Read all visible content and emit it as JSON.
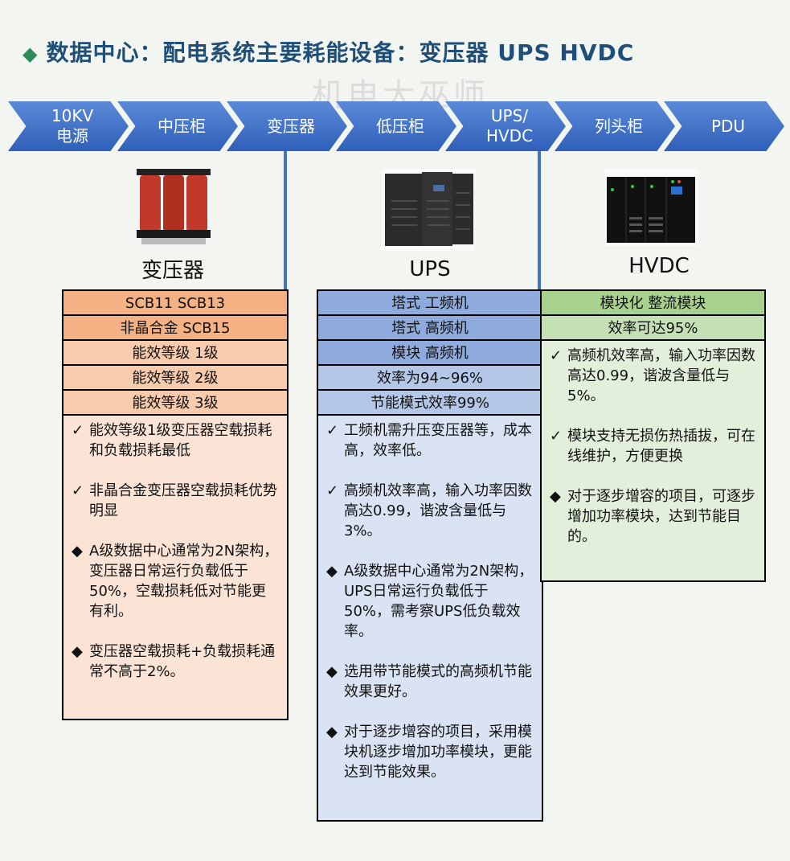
{
  "title": {
    "bullet": "◆",
    "text": "数据中心：配电系统主要耗能设备：变压器  UPS  HVDC"
  },
  "watermark": "机电大巫师",
  "flow": {
    "steps": [
      "10KV\n电源",
      "中压柜",
      "变压器",
      "低压柜",
      "UPS/\nHVDC",
      "列头柜",
      "PDU"
    ]
  },
  "devices": {
    "transformer": {
      "label": "变压器",
      "icon": "transformer-image"
    },
    "ups": {
      "label": "UPS",
      "icon": "ups-cabinet-image"
    },
    "hvdc": {
      "label": "HVDC",
      "icon": "hvdc-cabinet-image"
    }
  },
  "transformer_table": {
    "rows": [
      "SCB11   SCB13",
      "非晶合金 SCB15",
      "能效等级 1级",
      "能效等级 2级",
      "能效等级 3级"
    ],
    "notes": [
      {
        "marker": "✓",
        "text": "能效等级1级变压器空载损耗和负载损耗最低"
      },
      {
        "marker": "✓",
        "text": "非晶合金变压器空载损耗优势明显"
      },
      {
        "marker": "◆",
        "text": "A级数据中心通常为2N架构，变压器日常运行负载低于50%，空载损耗低对节能更有利。"
      },
      {
        "marker": "◆",
        "text": "变压器空载损耗+负载损耗通常不高于2%。"
      }
    ]
  },
  "ups_table": {
    "rows": [
      "塔式 工频机",
      "塔式 高频机",
      "模块 高频机",
      "效率为94~96%",
      "节能模式效率99%"
    ],
    "notes": [
      {
        "marker": "✓",
        "text": "工频机需升压变压器等，成本高，效率低。"
      },
      {
        "marker": "✓",
        "text": "高频机效率高，输入功率因数高达0.99，谐波含量低与3%。"
      },
      {
        "marker": "◆",
        "text": "A级数据中心通常为2N架构，UPS日常运行负载低于50%，需考察UPS低负载效率。"
      },
      {
        "marker": "◆",
        "text": "选用带节能模式的高频机节能效果更好。"
      },
      {
        "marker": "◆",
        "text": "对于逐步增容的项目，采用模块机逐步增加功率模块，更能达到节能效果。"
      }
    ]
  },
  "hvdc_table": {
    "rows": [
      "模块化 整流模块",
      "效率可达95%"
    ],
    "notes": [
      {
        "marker": "✓",
        "text": "高频机效率高，输入功率因数高达0.99，谐波含量低与5%。"
      },
      {
        "marker": "✓",
        "text": "模块支持无损伤热插拔，可在线维护，方便更换"
      },
      {
        "marker": "◆",
        "text": "对于逐步增容的项目，可逐步增加功率模块，达到节能目的。"
      }
    ]
  }
}
